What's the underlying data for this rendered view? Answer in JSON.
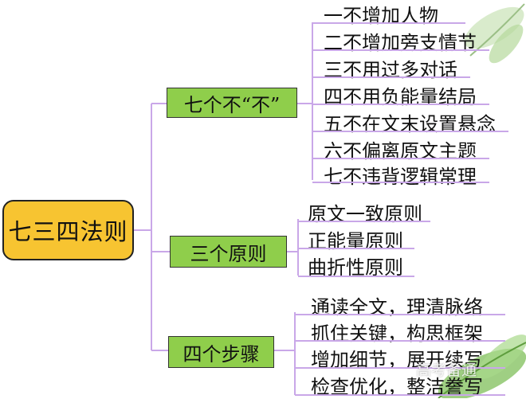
{
  "root": {
    "label": "七三四法则"
  },
  "branches": [
    {
      "label": "七个不“不”",
      "items": [
        "一不增加人物",
        "二不增加旁支情节",
        "三不用过多对话",
        "四不用负能量结局",
        "五不在文末设置悬念",
        "六不偏离原文主题",
        "七不违背逻辑常理"
      ]
    },
    {
      "label": "三个原则",
      "items": [
        "原文一致原则",
        "正能量原则",
        "曲折性原则"
      ]
    },
    {
      "label": "四个步骤",
      "items": [
        "通读全文，理清脉络",
        "抓住关键，构思框架",
        "增加细节，展开续写",
        "检查优化，整洁誊写"
      ]
    }
  ],
  "watermark": "高考备通"
}
